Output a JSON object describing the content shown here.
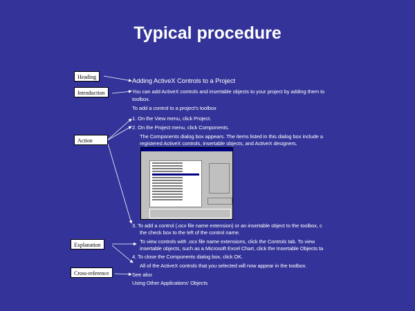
{
  "title": "Typical procedure",
  "labels": {
    "heading": "Heading",
    "introduction": "Introduction",
    "action": "Action",
    "explanation": "Explanation",
    "cross_reference": "Cross-reference"
  },
  "content": {
    "heading": "Adding ActiveX Controls to a Project",
    "intro_1": "You can add ActiveX controls and insertable objects to your project by adding them to",
    "intro_2": "toolbox.",
    "lead": "To add a control to a project's toolbox",
    "step1": "1.  On the View menu, click Project.",
    "step2": "2.  On the Project menu, click Components.",
    "step2_note_1": "The Components dialog box appears. The items listed in this dialog box include a",
    "step2_note_2": "registered ActiveX controls, insertable objects, and ActiveX designers.",
    "step3_1": "3.  To add a control (.ocx file name extension) or an insertable object to the toolbox, c",
    "step3_2": "the check box to the left of the control name.",
    "expl_1": "To view controls with .ocx file name extensions, click the Controls tab. To view",
    "expl_2": "insertable objects, such as a Microsoft Excel Chart, click the Insertable Objects ta",
    "step4": "4.  To close the Components dialog box, click OK.",
    "step4_note": "All of the ActiveX controls that you selected will now appear in the toolbox.",
    "see_also": "See also",
    "see_also_link": "Using Other Applications' Objects"
  }
}
